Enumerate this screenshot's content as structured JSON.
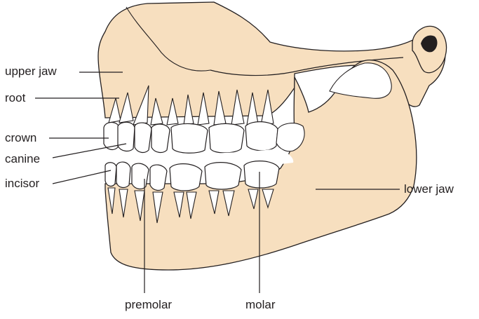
{
  "labels": {
    "upper_jaw": "upper jaw",
    "root": "root",
    "crown": "crown",
    "canine": "canine",
    "incisor": "incisor",
    "lower_jaw": "lower jaw",
    "premolar": "premolar",
    "molar": "molar"
  },
  "colors": {
    "bone": "#f7dfbf",
    "line": "#231f20",
    "tooth": "#ffffff"
  }
}
